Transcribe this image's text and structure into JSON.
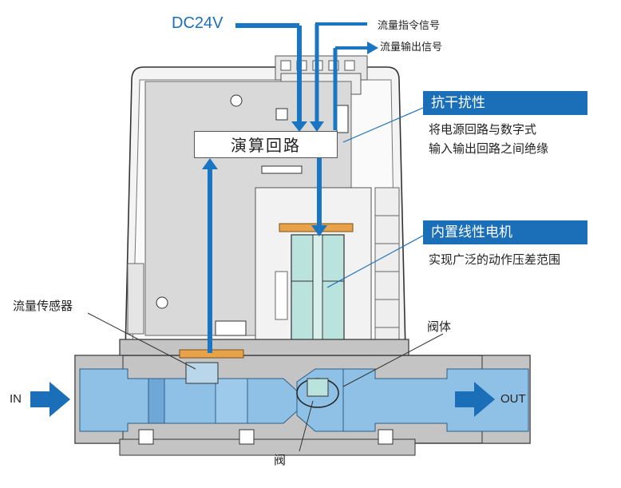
{
  "labels": {
    "power": "DC24V",
    "flow_command_signal": "流量指令信号",
    "flow_output_signal": "流量输出信号",
    "arithmetic_circuit": "演算回路",
    "flow_sensor": "流量传感器",
    "valve_body": "阀体",
    "valve": "阀",
    "inlet": "IN",
    "outlet": "OUT"
  },
  "callouts": {
    "noise_resistance": {
      "title": "抗干扰性",
      "desc_line1": "将电源回路与数字式",
      "desc_line2": "输入输出回路之间绝缘"
    },
    "linear_motor": {
      "title": "内置线性电机",
      "desc": "实现广泛的动作压差范围"
    }
  },
  "colors": {
    "accent_blue": "#1b6fb8",
    "arrow_blue": "#1a76c2",
    "fluid_blue": "#8fc1e6",
    "motor_green": "#b9e3dc",
    "pcb_gray": "#d9d9d9",
    "body_gray": "#c4c4c4",
    "sensor_orange": "#e8a34a"
  }
}
